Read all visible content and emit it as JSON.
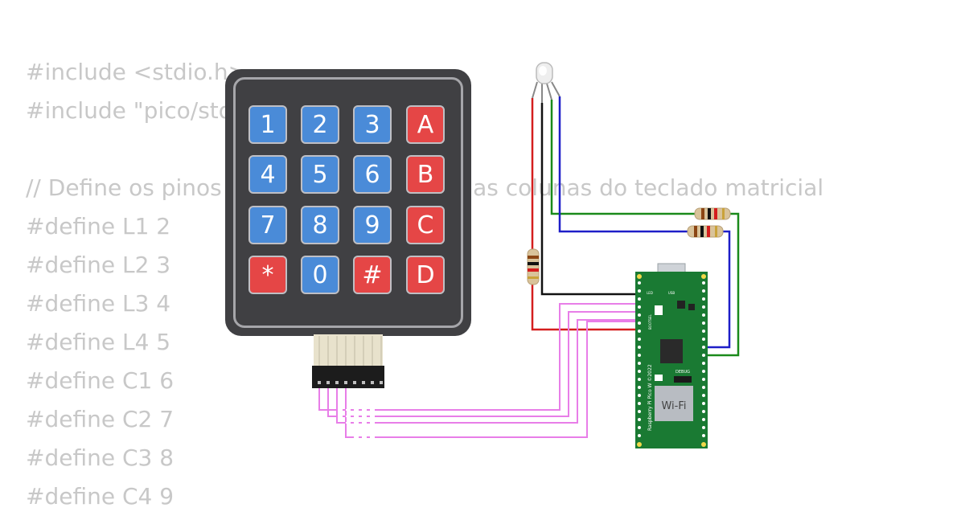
{
  "code_lines": [
    "#include <stdio.h>",
    "#include \"pico/stdlib.h\"",
    "",
    "// Define os pinos para as linhas e para as colunas do teclado matricial",
    "#define L1 2",
    "#define L2 3",
    "#define L3 4",
    "#define L4 5",
    "#define C1 6",
    "#define C2 7",
    "#define C3 8",
    "#define C4 9"
  ],
  "keypad": {
    "keys": [
      [
        "1",
        "2",
        "3",
        "A"
      ],
      [
        "4",
        "5",
        "6",
        "B"
      ],
      [
        "7",
        "8",
        "9",
        "C"
      ],
      [
        "*",
        "0",
        "#",
        "D"
      ]
    ],
    "colors": {
      "digit": "#4a8bd8",
      "letter": "#e54646",
      "body": "#404043"
    }
  },
  "board": {
    "label_wifi": "Wi-Fi",
    "label_debug": "DEBUG",
    "label_model": "Raspberry Pi Pico W ©2022",
    "label_bootsel": "BOOTSEL",
    "label_usb": "USB",
    "label_led": "LED",
    "color": "#1a7a33"
  },
  "wire_colors": {
    "red": "#d41e1e",
    "black": "#111111",
    "green": "#1a8a1a",
    "blue": "#1e1ec8",
    "pink": "#e87ee8"
  }
}
